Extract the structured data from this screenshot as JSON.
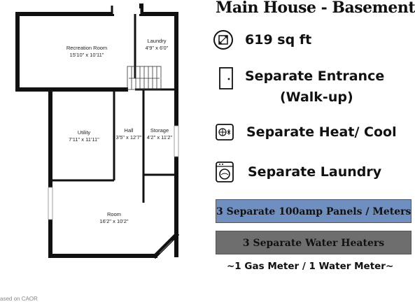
{
  "title": "Main House - Basement",
  "rooms": {
    "recreation": {
      "name": "Recreation Room",
      "dims": "15'10\" x 10'11\""
    },
    "laundry": {
      "name": "Laundry",
      "dims": "4'9\" x 6'0\""
    },
    "utility": {
      "name": "Utility",
      "dims": "7'11\" x 11'11\""
    },
    "hall": {
      "name": "Hall",
      "dims": "3'5\" x 12'7\""
    },
    "storage": {
      "name": "Storage",
      "dims": "4'2\" x 11'2\""
    },
    "room": {
      "name": "Room",
      "dims": "16'2\" x 10'2\""
    }
  },
  "features": [
    {
      "icon": "floor-area-icon",
      "text": "619 sq ft"
    },
    {
      "icon": "door-icon",
      "text": "Separate Entrance",
      "text2": "(Walk-up)"
    },
    {
      "icon": "heat-cool-icon",
      "text": "Separate Heat/ Cool"
    },
    {
      "icon": "washing-machine-icon",
      "text": "Separate Laundry"
    }
  ],
  "bands": [
    {
      "text": "3 Separate 100amp Panels / Meters",
      "color": "#6f8fc0"
    },
    {
      "text": "3 Separate Water Heaters",
      "color": "#6e6e6e"
    }
  ],
  "footer": "~1 Gas Meter / 1 Water Meter~",
  "source": "ased on CAOR"
}
